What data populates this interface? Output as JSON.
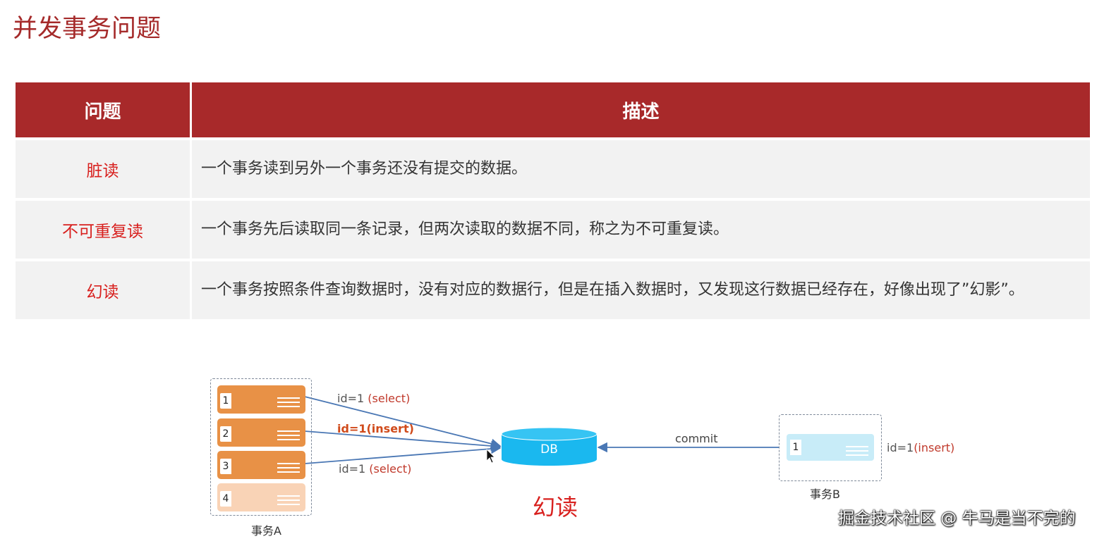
{
  "page": {
    "title": "并发事务问题"
  },
  "table": {
    "headers": [
      "问题",
      "描述"
    ],
    "rows": [
      {
        "problem": "脏读",
        "description": "一个事务读到另外一个事务还没有提交的数据。"
      },
      {
        "problem": "不可重复读",
        "description": "一个事务先后读取同一条记录，但两次读取的数据不同，称之为不可重复读。"
      },
      {
        "problem": "幻读",
        "description": "一个事务按照条件查询数据时，没有对应的数据行，但是在插入数据时，又发现这行数据已经存在，好像出现了”幻影”。"
      }
    ]
  },
  "diagram": {
    "transaction_a": {
      "label": "事务A",
      "records": [
        {
          "num": "1",
          "color": "#e89146"
        },
        {
          "num": "2",
          "color": "#e89146"
        },
        {
          "num": "3",
          "color": "#e89146"
        },
        {
          "num": "4",
          "color": "#f9d3b6"
        }
      ]
    },
    "ops": [
      {
        "prefix": "id=1 ",
        "action": "(select)"
      },
      {
        "prefix": "id=1",
        "action": "(insert)"
      },
      {
        "prefix": "id=1 ",
        "action": "(select)"
      }
    ],
    "db_label": "DB",
    "commit_label": "commit",
    "transaction_b": {
      "label": "事务B",
      "record_num": "1",
      "op_prefix": "id=1",
      "op_action": "(insert)"
    },
    "caption": "幻读",
    "colors": {
      "db": "#1ab8ef",
      "arrow": "#4a77b4",
      "accent": "#a8292a"
    }
  },
  "watermark": "掘金技术社区 @ 牛马是当不完的"
}
